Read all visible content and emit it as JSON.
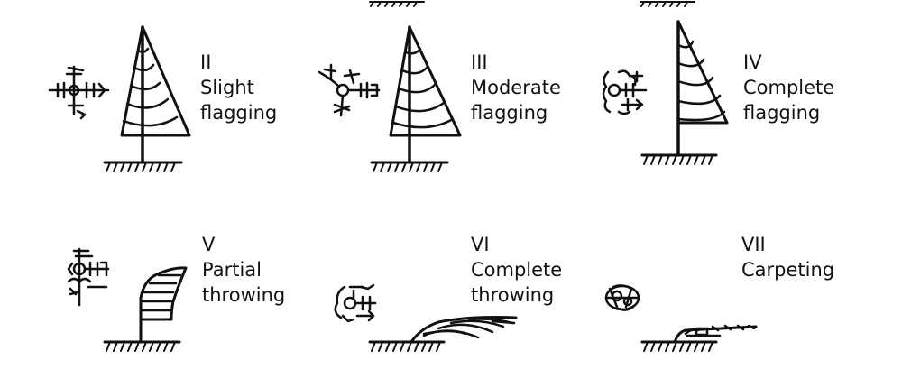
{
  "panels": [
    {
      "id": "II",
      "lines": [
        "II",
        "Slight",
        "flagging"
      ]
    },
    {
      "id": "III",
      "lines": [
        "III",
        "Moderate",
        "flagging"
      ]
    },
    {
      "id": "IV",
      "lines": [
        "IV",
        "Complete",
        "flagging"
      ]
    },
    {
      "id": "V",
      "lines": [
        "V",
        "Partial",
        "throwing"
      ]
    },
    {
      "id": "VI",
      "lines": [
        "VI",
        "Complete",
        "throwing"
      ]
    },
    {
      "id": "VII",
      "lines": [
        "VII",
        "Carpeting"
      ]
    }
  ]
}
